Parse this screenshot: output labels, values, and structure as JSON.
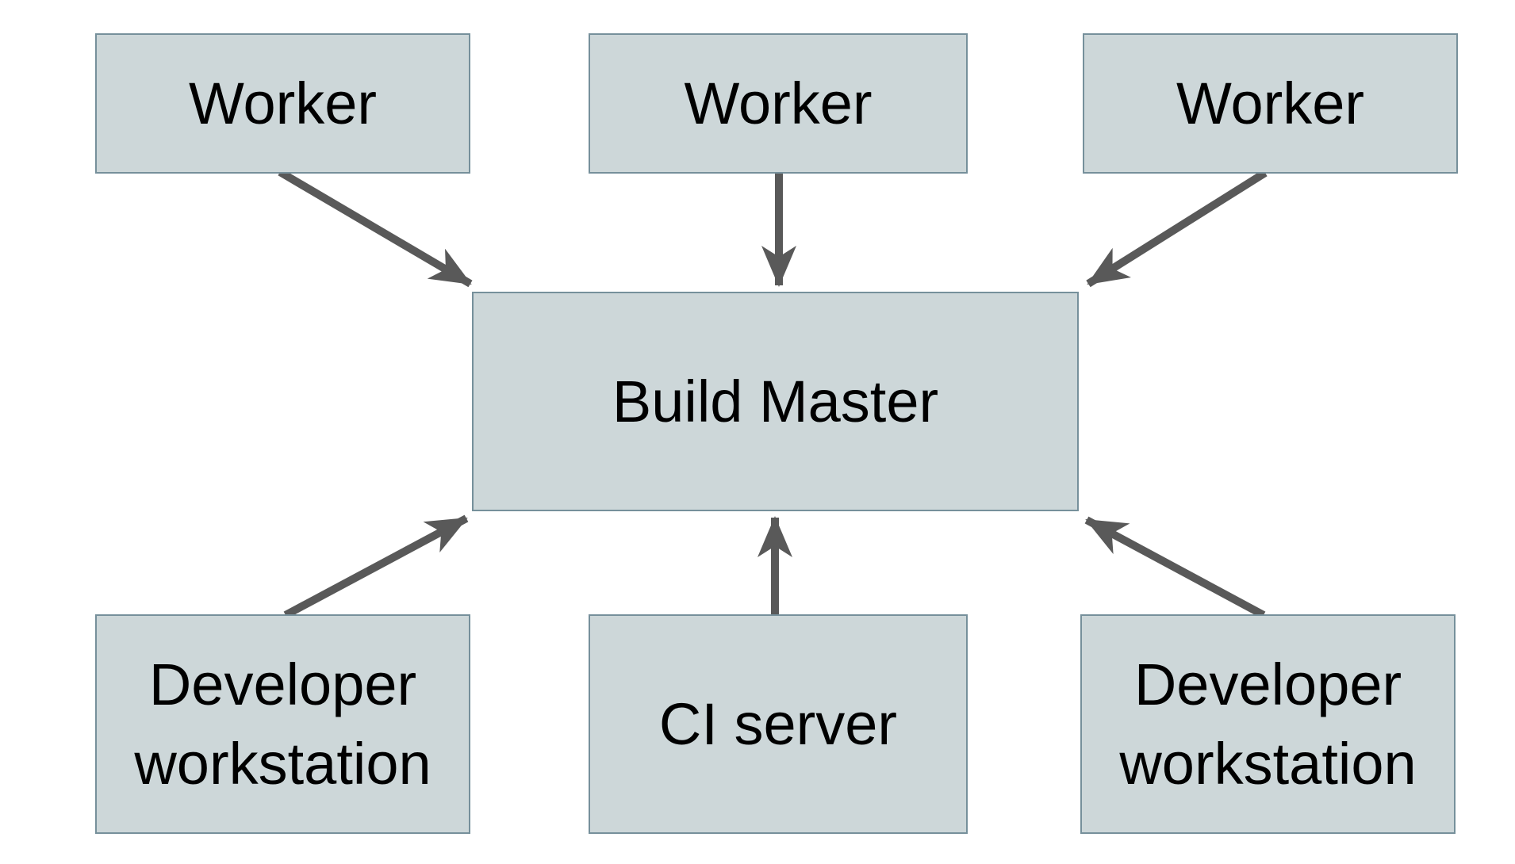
{
  "diagram": {
    "nodes": {
      "worker1": {
        "label": "Worker"
      },
      "worker2": {
        "label": "Worker"
      },
      "worker3": {
        "label": "Worker"
      },
      "build_master": {
        "label": "Build Master"
      },
      "dev_left": {
        "label": "Developer workstation"
      },
      "ci_server": {
        "label": "CI server"
      },
      "dev_right": {
        "label": "Developer workstation"
      }
    },
    "edges": [
      {
        "from": "worker1",
        "to": "build_master"
      },
      {
        "from": "worker2",
        "to": "build_master"
      },
      {
        "from": "worker3",
        "to": "build_master"
      },
      {
        "from": "dev_left",
        "to": "build_master"
      },
      {
        "from": "ci_server",
        "to": "build_master"
      },
      {
        "from": "dev_right",
        "to": "build_master"
      }
    ],
    "colors": {
      "background": "#ffffff",
      "node_fill": "#cdd7d9",
      "node_border": "#76909b",
      "arrow": "#595959",
      "text": "#000000"
    }
  }
}
